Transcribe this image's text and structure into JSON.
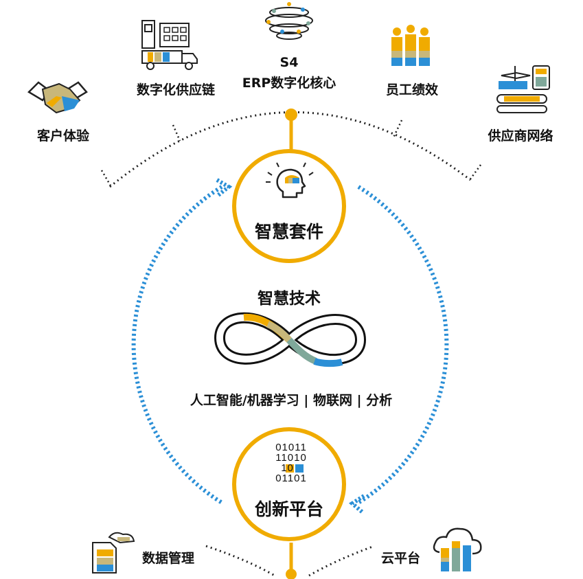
{
  "top_items": {
    "customer_experience": "客户体验",
    "digital_supply_chain": "数字化供应链",
    "s4_line1": "S4",
    "s4_line2": "ERP数字化核心",
    "employee_performance": "员工绩效",
    "supplier_network": "供应商网络"
  },
  "intelligent_suite": "智慧套件",
  "intelligent_tech": {
    "title": "智慧技术",
    "subtitle": "人工智能/机器学习 | 物联网 | 分析"
  },
  "innovation_platform": "创新平台",
  "binary_rows": [
    "01011",
    "11010",
    "10",
    "01101"
  ],
  "bottom_items": {
    "data_management": "数据管理",
    "cloud_platform": "云平台"
  },
  "colors": {
    "gold": "#f0ab00",
    "blue": "#2b8fd6",
    "teal": "#7fa89a",
    "tan": "#c8b77a",
    "dark": "#222222"
  }
}
